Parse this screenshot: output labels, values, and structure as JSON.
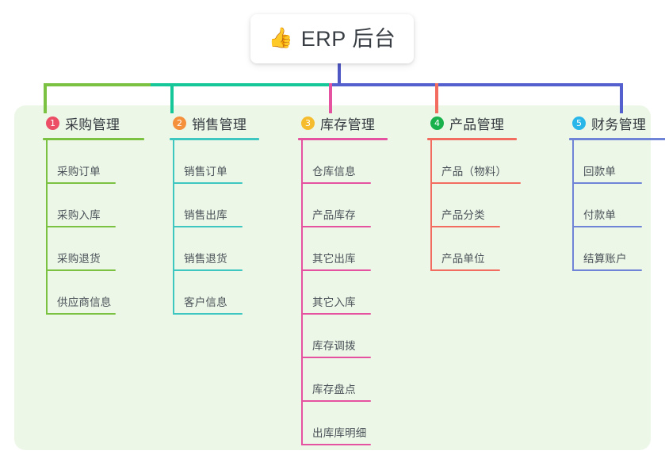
{
  "title": {
    "emoji": "👍",
    "emoji_name": "thumbs-up-icon",
    "text": "ERP 后台"
  },
  "palette": {
    "panel_background": "#edf7e8",
    "page_background": "#ffffff",
    "title_text": "#3a3f45",
    "root_stem": "#4f57c4",
    "trunk_green": "#7cc242",
    "trunk_teal": "#16c79a",
    "trunk_blue": "#5560cf"
  },
  "columns": [
    {
      "number": "1",
      "title": "采购管理",
      "badge_color": "#ec4e66",
      "line_color": "#7cc242",
      "items": [
        {
          "label": "采购订单"
        },
        {
          "label": "采购入库"
        },
        {
          "label": "采购退货"
        },
        {
          "label": "供应商信息"
        }
      ]
    },
    {
      "number": "2",
      "title": "销售管理",
      "badge_color": "#f5903c",
      "line_color": "#3ec6c0",
      "items": [
        {
          "label": "销售订单"
        },
        {
          "label": "销售出库"
        },
        {
          "label": "销售退货"
        },
        {
          "label": "客户信息"
        }
      ]
    },
    {
      "number": "3",
      "title": "库存管理",
      "badge_color": "#f5bc2e",
      "line_color": "#e5529f",
      "items": [
        {
          "label": "仓库信息"
        },
        {
          "label": "产品库存"
        },
        {
          "label": "其它出库"
        },
        {
          "label": "其它入库"
        },
        {
          "label": "库存调拨"
        },
        {
          "label": "库存盘点"
        },
        {
          "label": "出库库明细"
        }
      ]
    },
    {
      "number": "4",
      "title": "产品管理",
      "badge_color": "#18b14b",
      "line_color": "#f26d60",
      "items": [
        {
          "label": "产品（物料）"
        },
        {
          "label": "产品分类"
        },
        {
          "label": "产品单位"
        }
      ]
    },
    {
      "number": "5",
      "title": "财务管理",
      "badge_color": "#29b6e8",
      "line_color": "#6f84d6",
      "items": [
        {
          "label": "回款单"
        },
        {
          "label": "付款单"
        },
        {
          "label": "结算账户"
        }
      ]
    }
  ]
}
